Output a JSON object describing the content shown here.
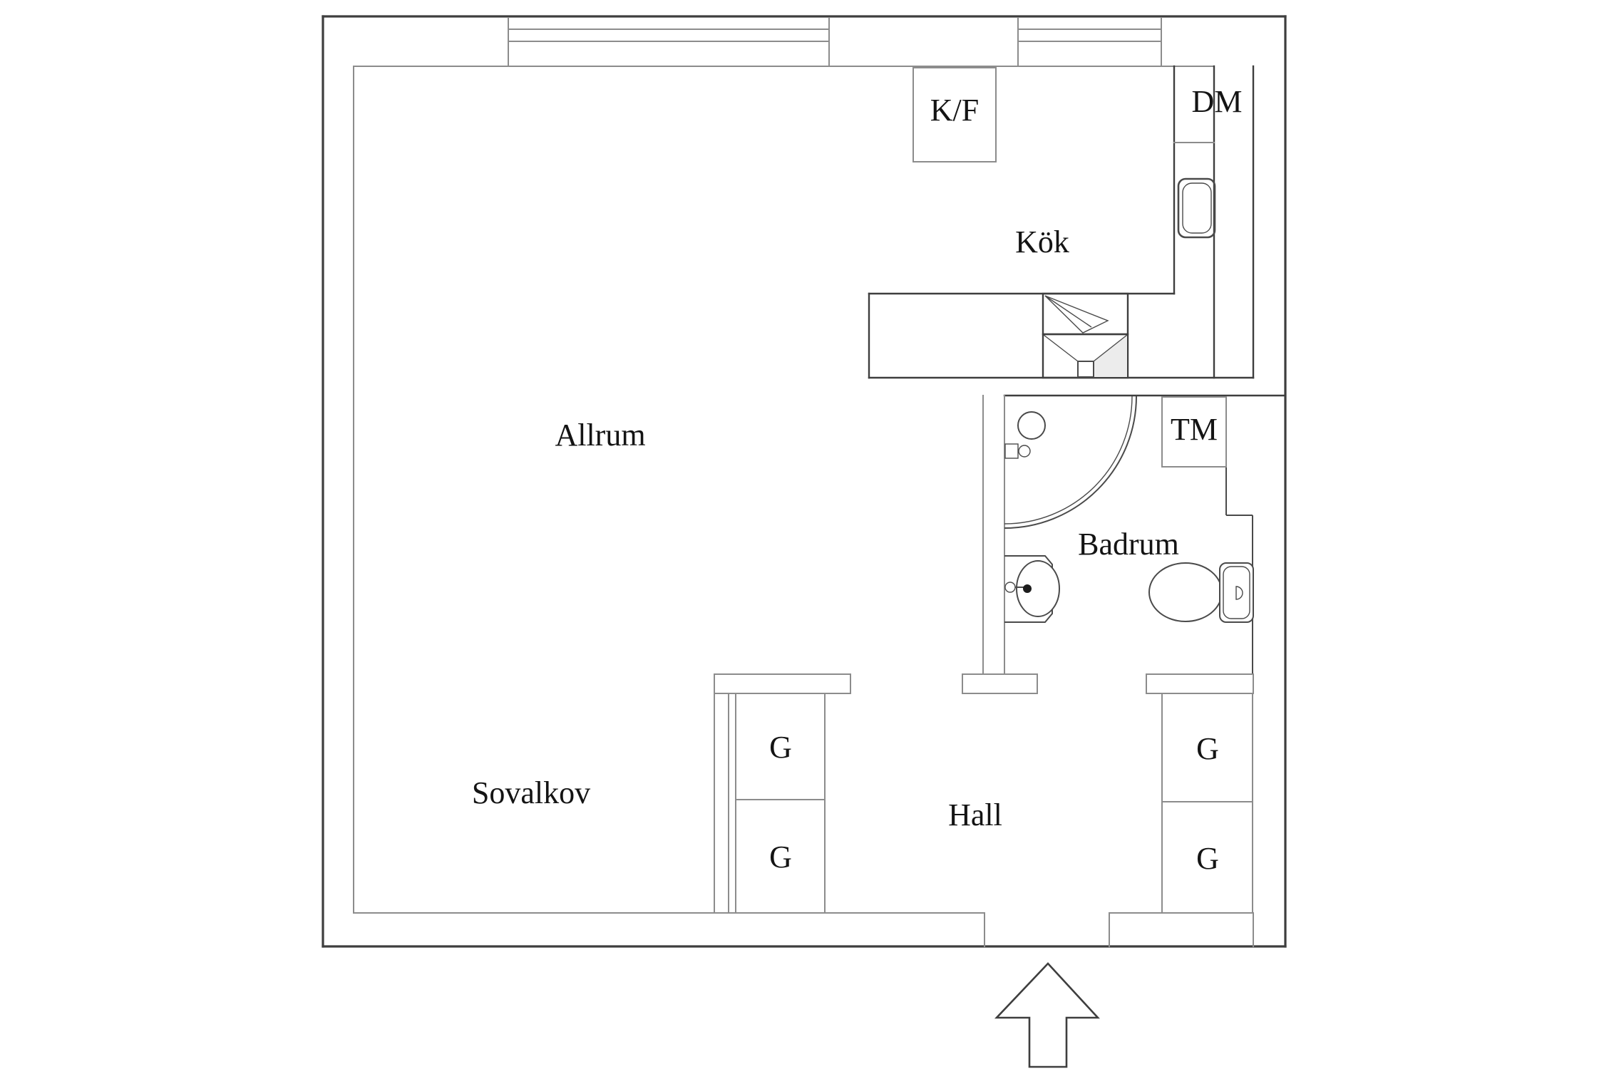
{
  "title": "Apartment floor plan",
  "colors": {
    "wall": "#3e3e3e",
    "line": "#8c8c8c",
    "fixture": "#4a4a4a",
    "shade": "#ececec",
    "text": "#141414",
    "bg": "#ffffff"
  },
  "rooms": {
    "allrum": {
      "label": "Allrum"
    },
    "kok": {
      "label": "Kök"
    },
    "badrum": {
      "label": "Badrum"
    },
    "hall": {
      "label": "Hall"
    },
    "sovalkov": {
      "label": "Sovalkov"
    }
  },
  "appliances": {
    "fridge_freezer": {
      "label": "K/F"
    },
    "dishwasher": {
      "label": "DM"
    },
    "washing_machine": {
      "label": "TM"
    }
  },
  "closets": {
    "label": "G"
  }
}
